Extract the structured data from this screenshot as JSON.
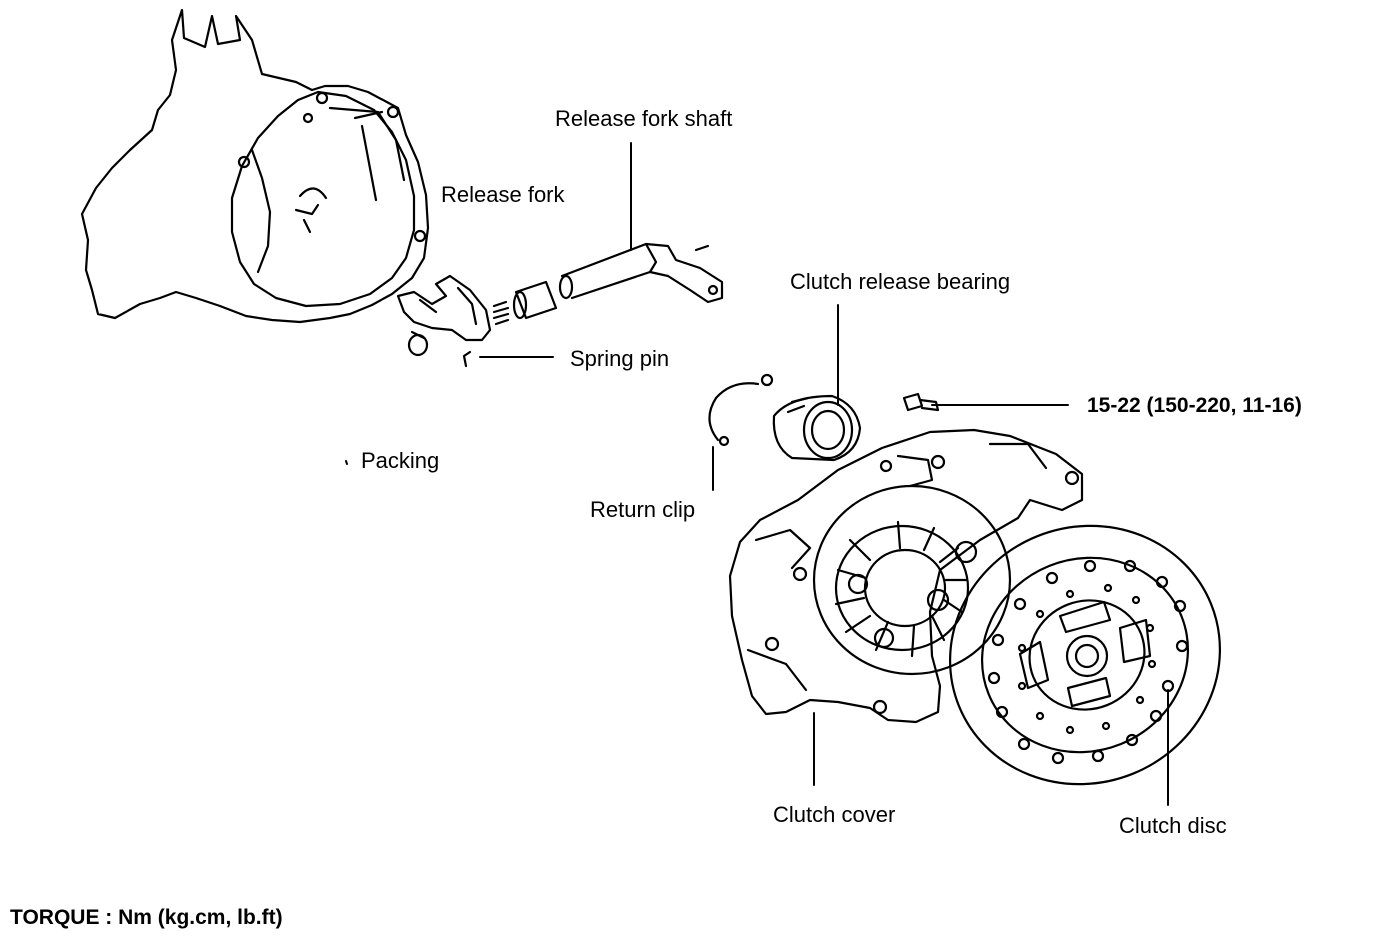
{
  "labels": {
    "release_fork_shaft": "Release fork shaft",
    "release_fork": "Release fork",
    "clutch_release_bearing": "Clutch release bearing",
    "spring_pin": "Spring pin",
    "torque_spec": "15-22 (150-220, 11-16)",
    "packing": "Packing",
    "return_clip": "Return clip",
    "clutch_cover": "Clutch cover",
    "clutch_disc": "Clutch disc"
  },
  "footer": {
    "torque_note": "TORQUE : Nm (kg.cm, lb.ft)"
  }
}
